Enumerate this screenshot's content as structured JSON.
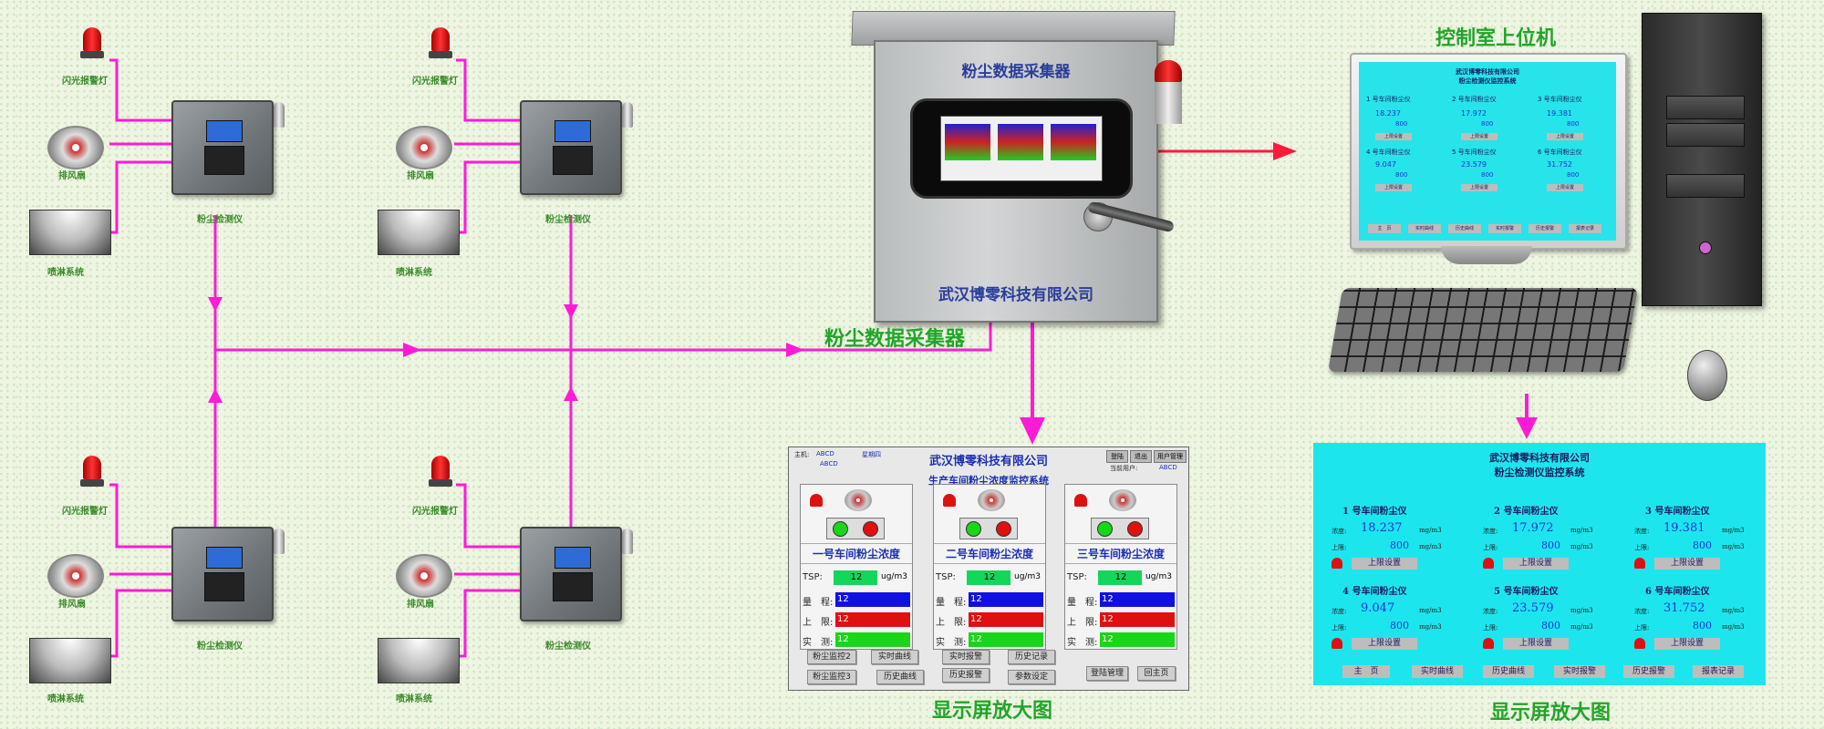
{
  "labels": {
    "alarm_light": "闪光报警灯",
    "exhaust_fan": "排风扇",
    "spray_system": "喷淋系统",
    "dust_detector": "粉尘检测仪",
    "collector": "粉尘数据采集器",
    "control_room_pc": "控制室上位机",
    "screen_zoom": "显示屏放大图"
  },
  "cabinet": {
    "title": "粉尘数据采集器",
    "company": "武汉博零科技有限公司"
  },
  "hmi": {
    "company": "武汉博零科技有限公司",
    "subtitle": "生产车间粉尘浓度监控系统",
    "topleft1": "主机:",
    "topleft1_val": "ABCD",
    "topleft2": "星期四",
    "topleft3": "ABCD",
    "top_buttons": [
      "登陆",
      "退出",
      "用户管理"
    ],
    "current_user_label": "当前用户:",
    "current_user": "ABCD",
    "cards": [
      {
        "title": "一号车间粉尘浓度",
        "tsp_label": "TSP:",
        "tsp": "12",
        "unit": "ug/m3",
        "range_label": "量　程:",
        "range": "12",
        "upper_label": "上　限:",
        "upper": "12",
        "actual_label": "实　测:",
        "actual": "12"
      },
      {
        "title": "二号车间粉尘浓度",
        "tsp_label": "TSP:",
        "tsp": "12",
        "unit": "ug/m3",
        "range_label": "量　程:",
        "range": "12",
        "upper_label": "上　限:",
        "upper": "12",
        "actual_label": "实　测:",
        "actual": "12"
      },
      {
        "title": "三号车间粉尘浓度",
        "tsp_label": "TSP:",
        "tsp": "12",
        "unit": "ug/m3",
        "range_label": "量　程:",
        "range": "12",
        "upper_label": "上　限:",
        "upper": "12",
        "actual_label": "实　测:",
        "actual": "12"
      }
    ],
    "buttons": {
      "monitor2": "粉尘监控2",
      "realtime_curve_1": "实时曲线",
      "realtime_alarm_1": "实时报警",
      "history_record": "历史记录",
      "monitor3": "粉尘监控3",
      "history_curve": "历史曲线",
      "history_alarm": "历史报警",
      "param_setting": "参数设定",
      "login_mgmt": "登陆管理",
      "home": "回主页"
    },
    "colors": {
      "range": "#1010e0",
      "upper": "#e01010",
      "actual": "#18d618",
      "tsp": "#14d65a"
    }
  },
  "cyan_screen": {
    "company": "武汉博零科技有限公司",
    "system": "粉尘检测仪监控系统",
    "conc_label": "浓度:",
    "limit_label": "上限:",
    "unit": "mg/m3",
    "set_button": "上限设置",
    "cells": [
      {
        "name": "1 号车间粉尘仪",
        "value": "18.237",
        "limit": "800"
      },
      {
        "name": "2 号车间粉尘仪",
        "value": "17.972",
        "limit": "800"
      },
      {
        "name": "3 号车间粉尘仪",
        "value": "19.381",
        "limit": "800"
      },
      {
        "name": "4 号车间粉尘仪",
        "value": "9.047",
        "limit": "800"
      },
      {
        "name": "5 号车间粉尘仪",
        "value": "23.579",
        "limit": "800"
      },
      {
        "name": "6 号车间粉尘仪",
        "value": "31.752",
        "limit": "800"
      }
    ],
    "nav": [
      "主　页",
      "实时曲线",
      "历史曲线",
      "实时报警",
      "历史报警",
      "报表记录"
    ]
  },
  "monitor_screen": {
    "company": "武汉博零科技有限公司",
    "system": "粉尘检测仪监控系统",
    "cells": [
      {
        "name": "1 号车间粉尘仪",
        "value": "18.237",
        "limit": "800"
      },
      {
        "name": "2 号车间粉尘仪",
        "value": "17.972",
        "limit": "800"
      },
      {
        "name": "3 号车间粉尘仪",
        "value": "19.381",
        "limit": "800"
      },
      {
        "name": "4 号车间粉尘仪",
        "value": "9.047",
        "limit": "800"
      },
      {
        "name": "5 号车间粉尘仪",
        "value": "23.579",
        "limit": "800"
      },
      {
        "name": "6 号车间粉尘仪",
        "value": "31.752",
        "limit": "800"
      }
    ],
    "set_button": "上限设置",
    "nav": [
      "主　页",
      "实时曲线",
      "历史曲线",
      "实时报警",
      "历史报警",
      "报表记录"
    ]
  },
  "colors": {
    "line": "#ff1bd6",
    "red_arrow": "#ff1a3c",
    "label_green": "#22a52a",
    "cyan": "#1de5ee"
  }
}
